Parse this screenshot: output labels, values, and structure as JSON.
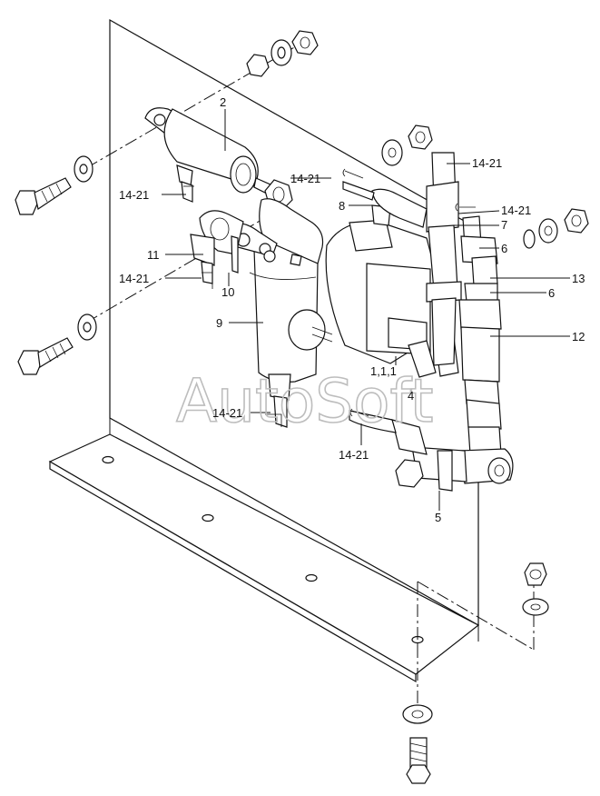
{
  "watermark": "AutoSoft",
  "labels": {
    "l2": "2",
    "l14_a": "14-21",
    "l14_b": "14-21",
    "l14_c": "14-21",
    "l14_d": "14-21",
    "l14_e": "14-21",
    "l14_f": "14-21",
    "l14_g": "14-21",
    "l8": "8",
    "l7": "7",
    "l6a": "6",
    "l6b": "6",
    "l13": "13",
    "l12": "12",
    "l11": "11",
    "l10": "10",
    "l9": "9",
    "l111": "1,1,1",
    "l4": "4",
    "l5": "5"
  },
  "icons": [
    "bolt",
    "washer",
    "nut",
    "air-dryer",
    "pressure-regulator",
    "valve",
    "pipe-fitting",
    "mounting-bracket"
  ]
}
